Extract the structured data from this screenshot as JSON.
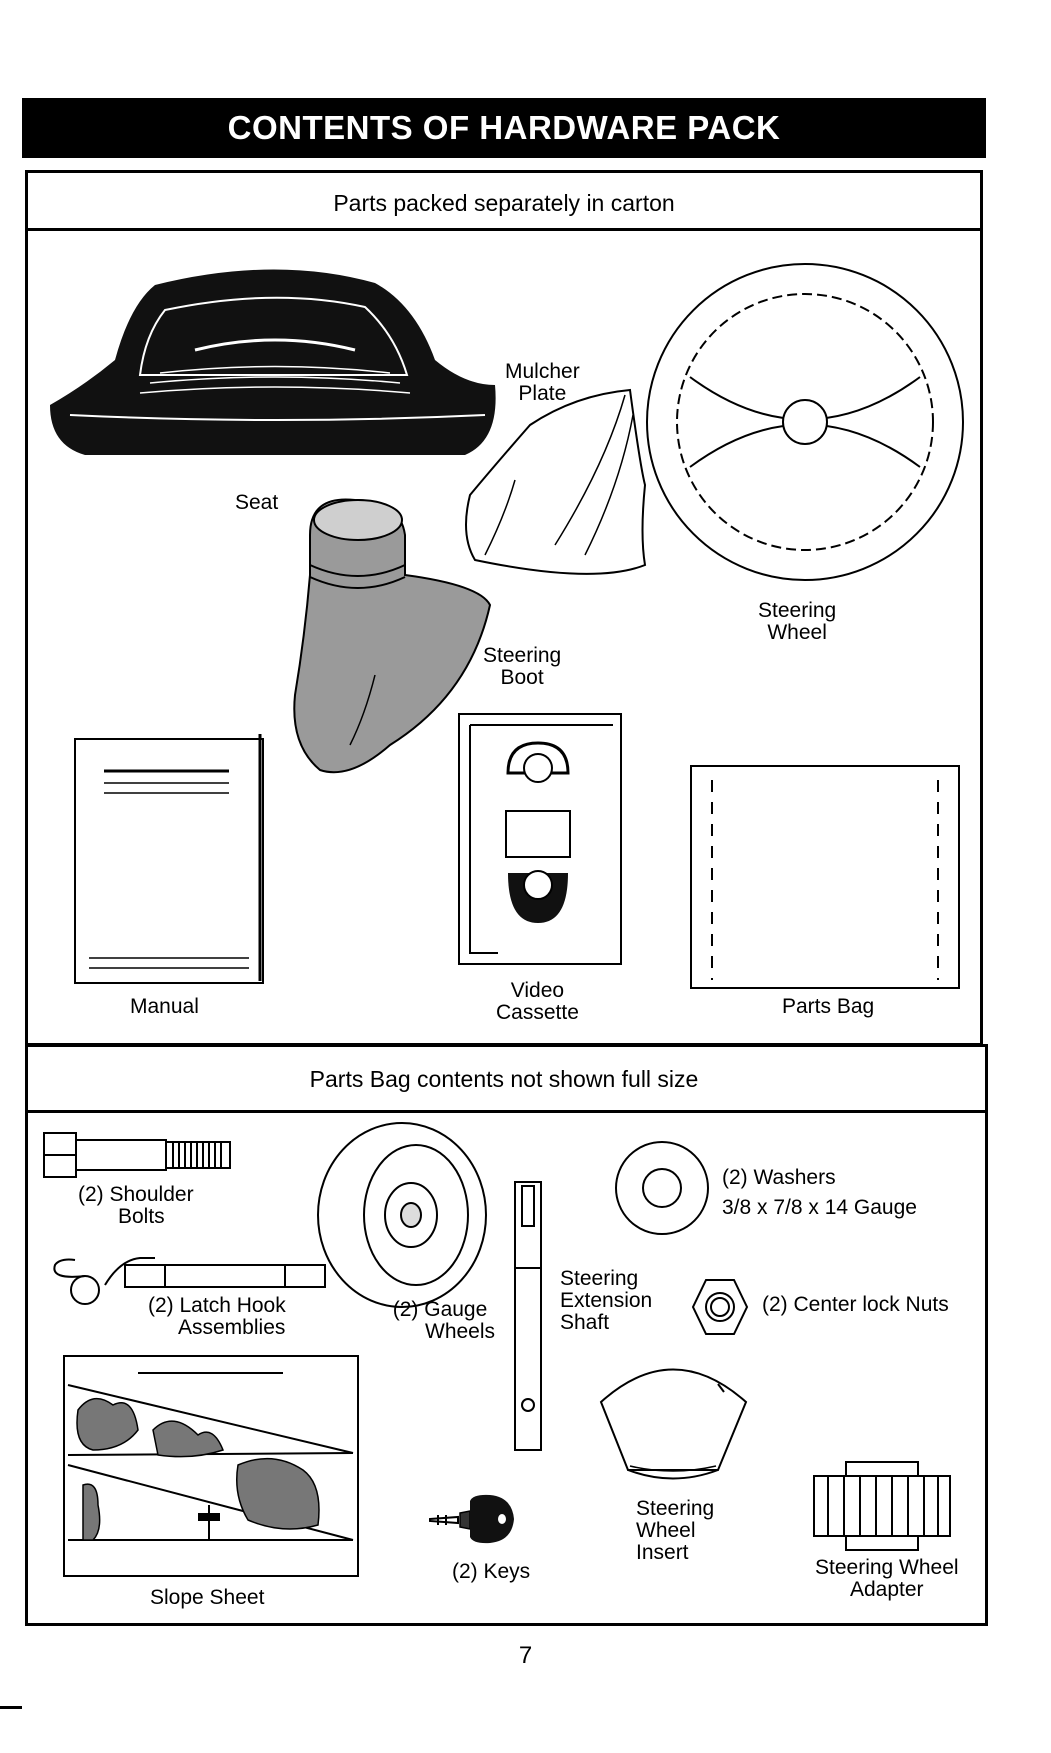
{
  "header": {
    "title": "CONTENTS OF HARDWARE PACK"
  },
  "section_carton": {
    "heading": "Parts packed separately in carton",
    "items": {
      "seat": "Seat",
      "mulcher_plate": [
        "Mulcher",
        "Plate"
      ],
      "steering_wheel": [
        "Steering",
        "Wheel"
      ],
      "steering_boot": [
        "Steering",
        "Boot"
      ],
      "manual": "Manual",
      "video_cassette": [
        "Video",
        "Cassette"
      ],
      "parts_bag": "Parts Bag"
    }
  },
  "section_bag": {
    "heading": "Parts Bag contents not shown full size",
    "items": {
      "shoulder_bolts": [
        "(2) Shoulder",
        "Bolts"
      ],
      "latch_hook": [
        "(2) Latch Hook",
        "Assemblies"
      ],
      "gauge_wheels": [
        "(2) Gauge",
        "Wheels"
      ],
      "extension_shaft": [
        "Steering",
        "Extension",
        "Shaft"
      ],
      "washers": [
        "(2) Washers",
        "3/8 x 7/8 x 14 Gauge"
      ],
      "center_lock_nuts": "(2) Center lock Nuts",
      "slope_sheet": "Slope Sheet",
      "keys": "(2) Keys",
      "wheel_insert": [
        "Steering",
        "Wheel",
        "Insert"
      ],
      "wheel_adapter": [
        "Steering Wheel",
        "Adapter"
      ]
    }
  },
  "footer": {
    "page_number": "7"
  }
}
